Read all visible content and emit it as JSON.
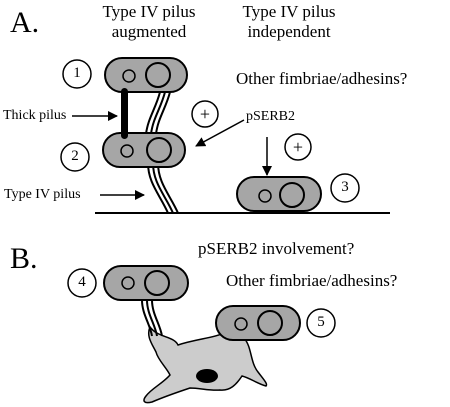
{
  "panels": {
    "a": "A.",
    "b": "B."
  },
  "headers": {
    "augmented_line1": "Type IV pilus",
    "augmented_line2": "augmented",
    "independent_line1": "Type IV pilus",
    "independent_line2": "independent"
  },
  "labels": {
    "fimbriae_a": "Other fimbriae/adhesins?",
    "thick_pilus": "Thick pilus",
    "pserb2": "pSERB2",
    "type_iv_pilus": "Type IV pilus",
    "pserb2_involvement": "pSERB2 involvement?",
    "fimbriae_b": "Other fimbriae/adhesins?"
  },
  "symbols": {
    "plus": "+"
  },
  "numbers": [
    "1",
    "2",
    "3",
    "4",
    "5"
  ],
  "colors": {
    "cell_fill": "#a6a6a6",
    "host_cell_fill": "#cccccc",
    "outline": "#000000",
    "background": "#ffffff"
  }
}
